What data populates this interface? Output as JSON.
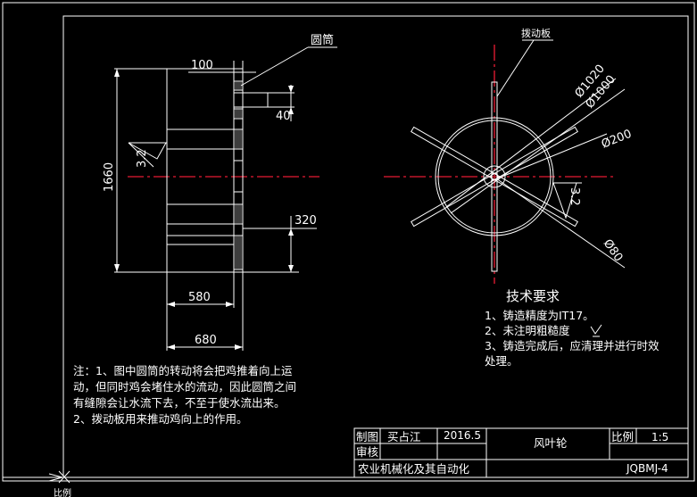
{
  "labels": {
    "tube": "圆筒",
    "paddle": "拨动板"
  },
  "dimensions": {
    "d100": "100",
    "d40": "40",
    "d1660": "1660",
    "d320": "320",
    "d580": "580",
    "d680": "680",
    "rough_left": "3.2",
    "rough_right": "3.2",
    "phi1020": "Ø1020",
    "phi1000": "Ø1000",
    "phi200": "Ø200",
    "phi80": "Ø80"
  },
  "tech": {
    "title": "技术要求",
    "lines": [
      "1、铸造精度为IT17。",
      "2、未注明粗糙度",
      "3、铸造完成后，应清理并进行时效",
      "处理。"
    ]
  },
  "notes": [
    "注：1、图中圆筒的转动将会把鸡推着向上运",
    "动，但同时鸡会堵住水的流动，因此圆筒之间",
    "有缝隙会让水流下去，不至于使水流出来。",
    "2、拨动板用来推动鸡向上的作用。"
  ],
  "title_block": {
    "zhi": "制图",
    "designer": "买占江",
    "date": "2016.5",
    "part_name": "风叶轮",
    "bili": "比例",
    "scale": "1:5",
    "shenhe": "审核",
    "drawing_no": "JQBMJ-4",
    "school": "农业机械化及其自动化"
  },
  "corner_text": "比例"
}
